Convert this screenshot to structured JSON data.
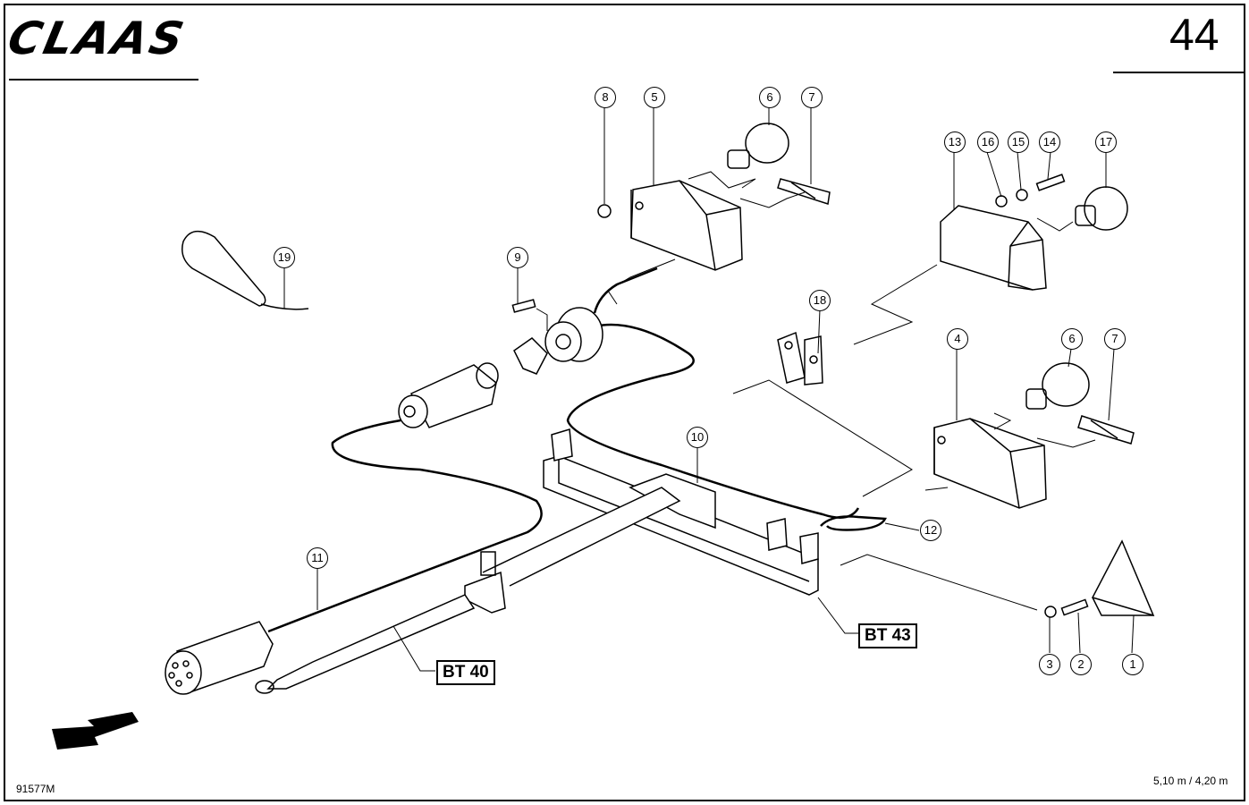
{
  "header": {
    "brand": "CLAAS",
    "page_number": "44"
  },
  "callouts": [
    "1",
    "2",
    "3",
    "4",
    "5",
    "6",
    "7",
    "8",
    "9",
    "10",
    "11",
    "12",
    "13",
    "14",
    "15",
    "16",
    "17",
    "18",
    "19"
  ],
  "callout_labels": {
    "c8": "8",
    "c5": "5",
    "c6a": "6",
    "c7a": "7",
    "c13": "13",
    "c16": "16",
    "c15": "15",
    "c14": "14",
    "c17": "17",
    "c19": "19",
    "c9": "9",
    "c18": "18",
    "c4": "4",
    "c6b": "6",
    "c7b": "7",
    "c10": "10",
    "c11": "11",
    "c12": "12",
    "c3": "3",
    "c2": "2",
    "c1": "1"
  },
  "references": {
    "bt40": "BT 40",
    "bt43": "BT 43"
  },
  "footer": {
    "drawing_id": "91577M",
    "scale_note": "5,10 m / 4,20 m"
  }
}
